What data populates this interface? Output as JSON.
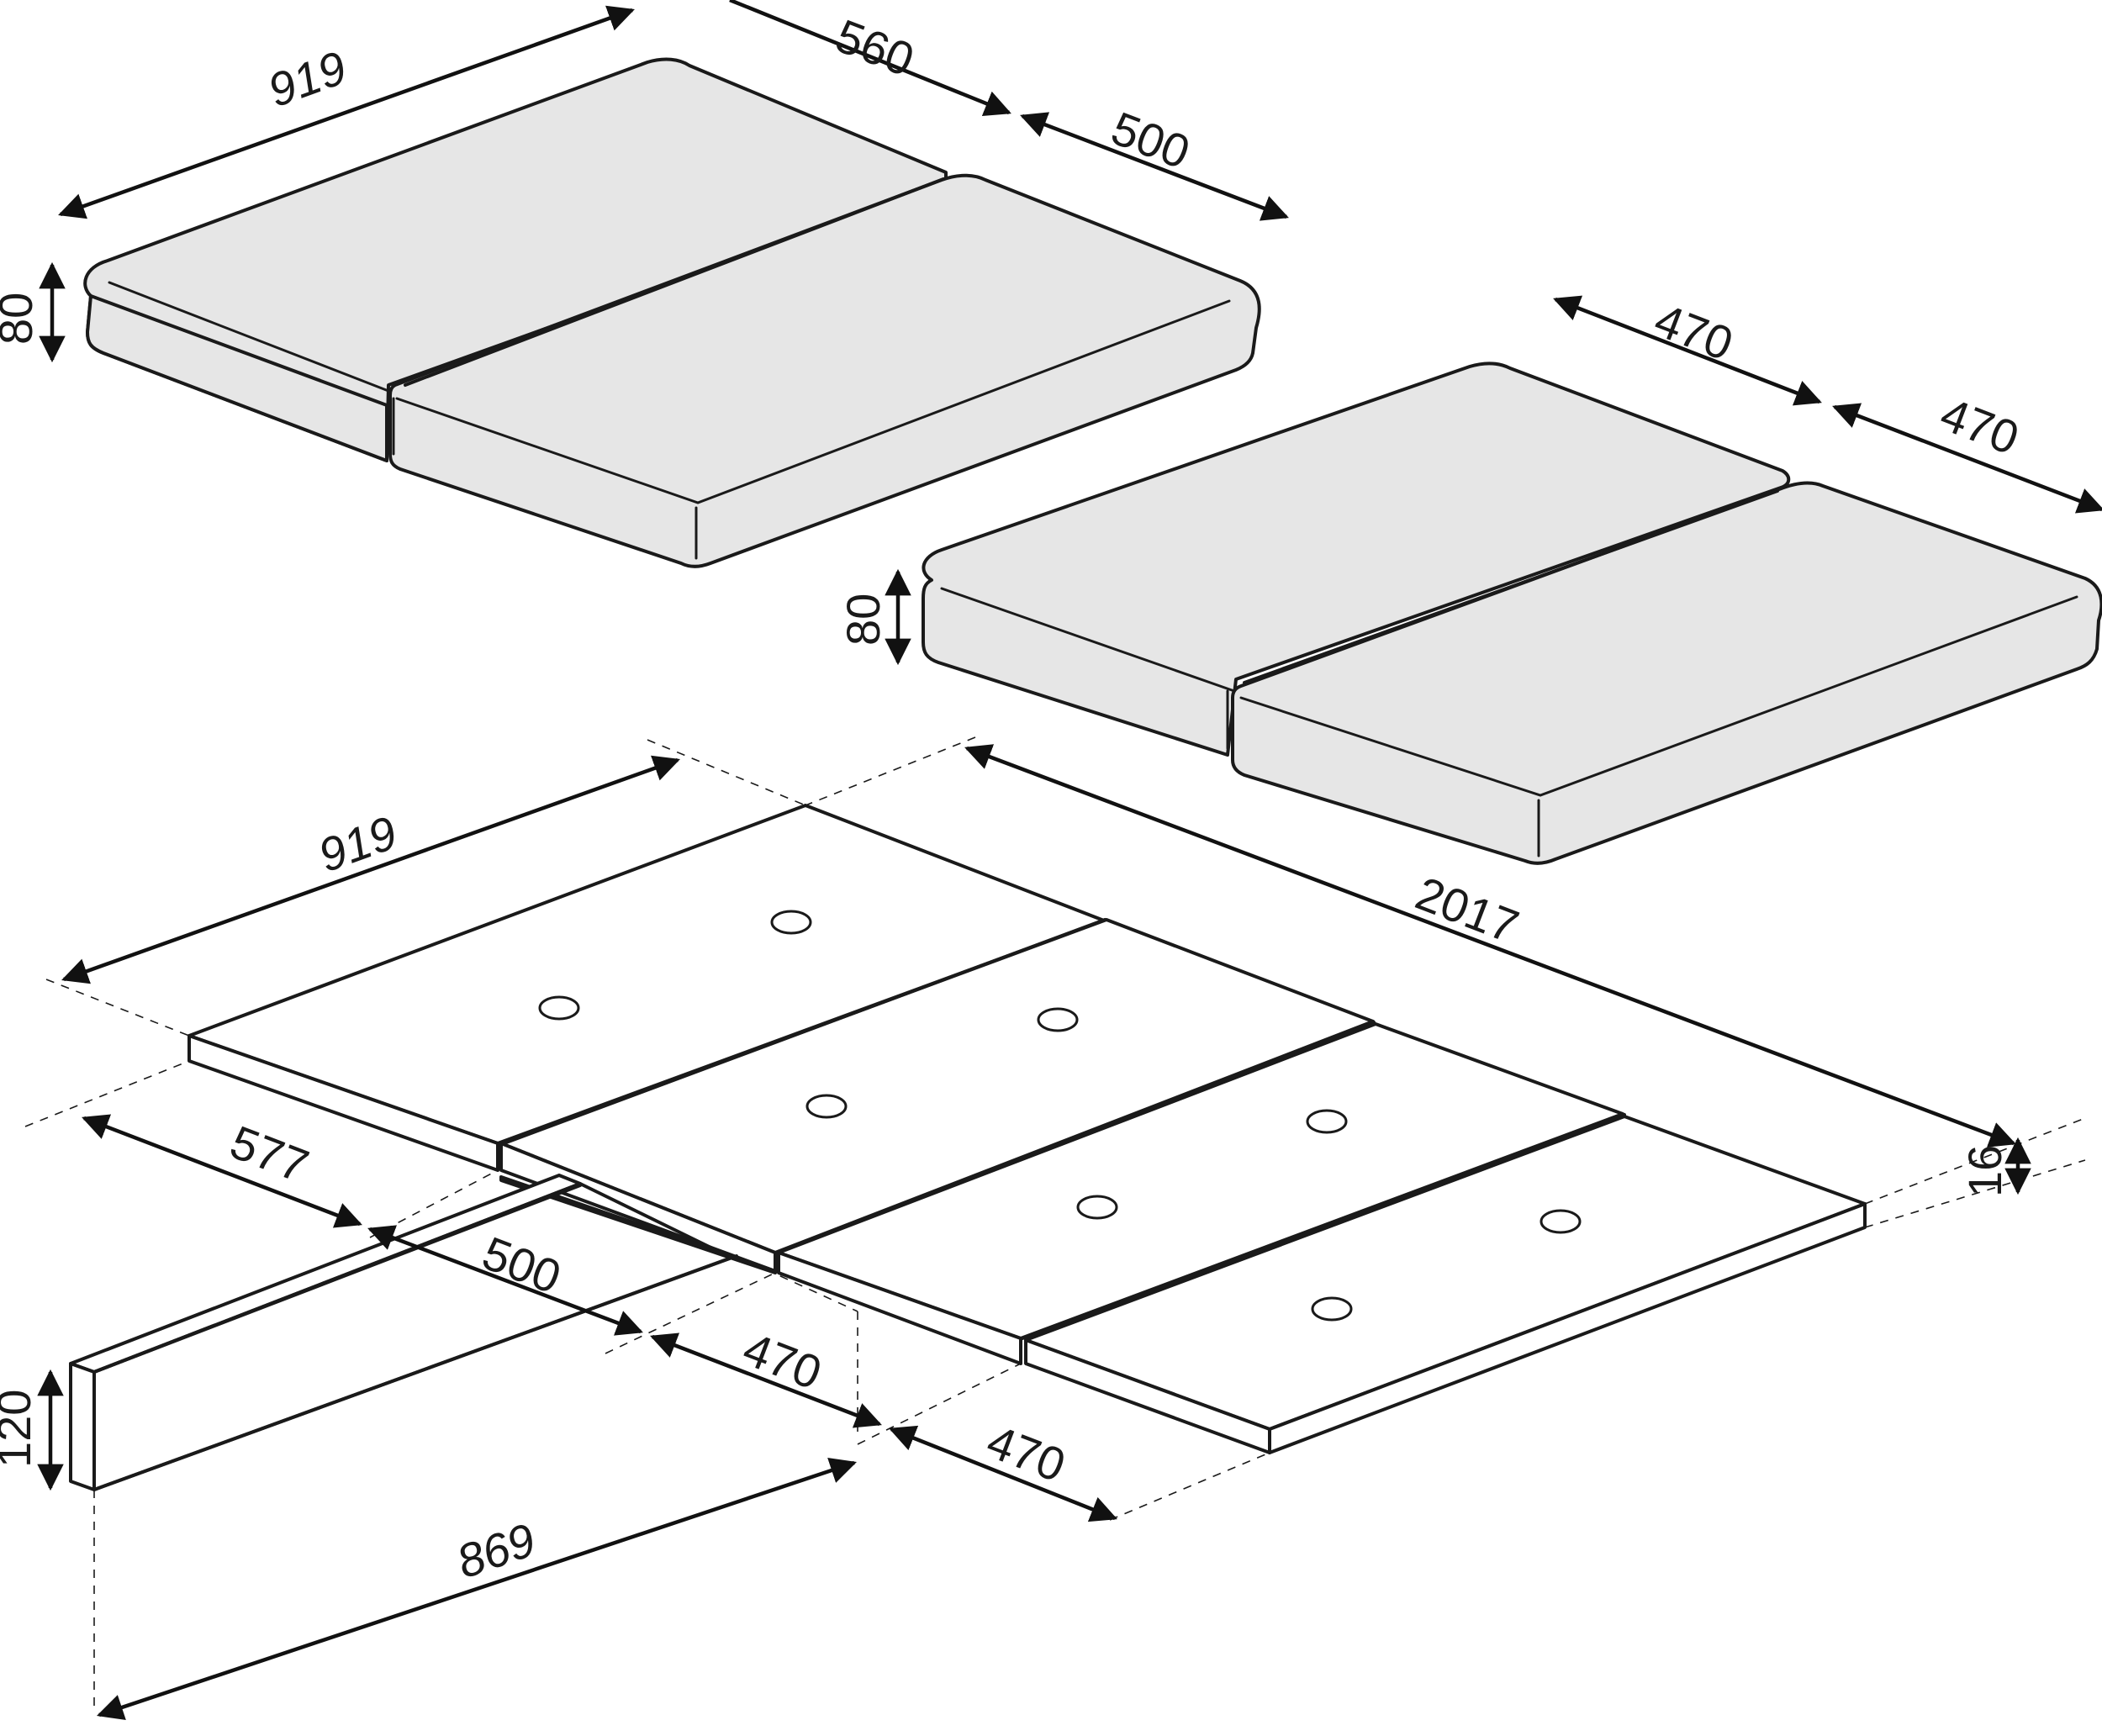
{
  "colors": {
    "cushion_fill": "#e6e6e6",
    "board_fill": "#ffffff",
    "line": "#1a1a1a"
  },
  "seat_cushions": {
    "length": "919",
    "front_depth": "560",
    "back_depth": "500",
    "height": "80"
  },
  "back_cushions": {
    "depth_left": "470",
    "depth_right": "470",
    "height": "80"
  },
  "base": {
    "length": "919",
    "total_depth": "2017",
    "board_thickness": "16",
    "segments": [
      "577",
      "500",
      "470",
      "470"
    ]
  },
  "rail": {
    "height": "120",
    "length": "869"
  }
}
